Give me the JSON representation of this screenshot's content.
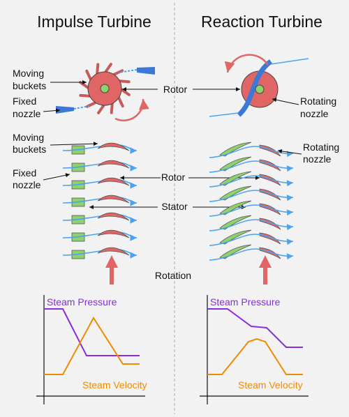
{
  "titles": {
    "left": "Impulse Turbine",
    "right": "Reaction Turbine"
  },
  "labels": {
    "moving_buckets": [
      "Moving",
      "buckets"
    ],
    "fixed_nozzle": [
      "Fixed",
      "nozzle"
    ],
    "rotating_nozzle": [
      "Rotating",
      "nozzle"
    ],
    "rotor": "Rotor",
    "stator": "Stator",
    "rotation": "Rotation"
  },
  "graphs": {
    "pressure_label": "Steam Pressure",
    "velocity_label": "Steam Velocity",
    "pressure_color": "#8a2be2",
    "velocity_color": "#f08a00"
  },
  "colors": {
    "rotor": "#e06666",
    "hub": "#8fd16f",
    "stator": "#8fd16f",
    "flow": "#4aa3f0",
    "nozzle_blue": "#3b78d8",
    "rotation_arrow": "#e06666"
  }
}
